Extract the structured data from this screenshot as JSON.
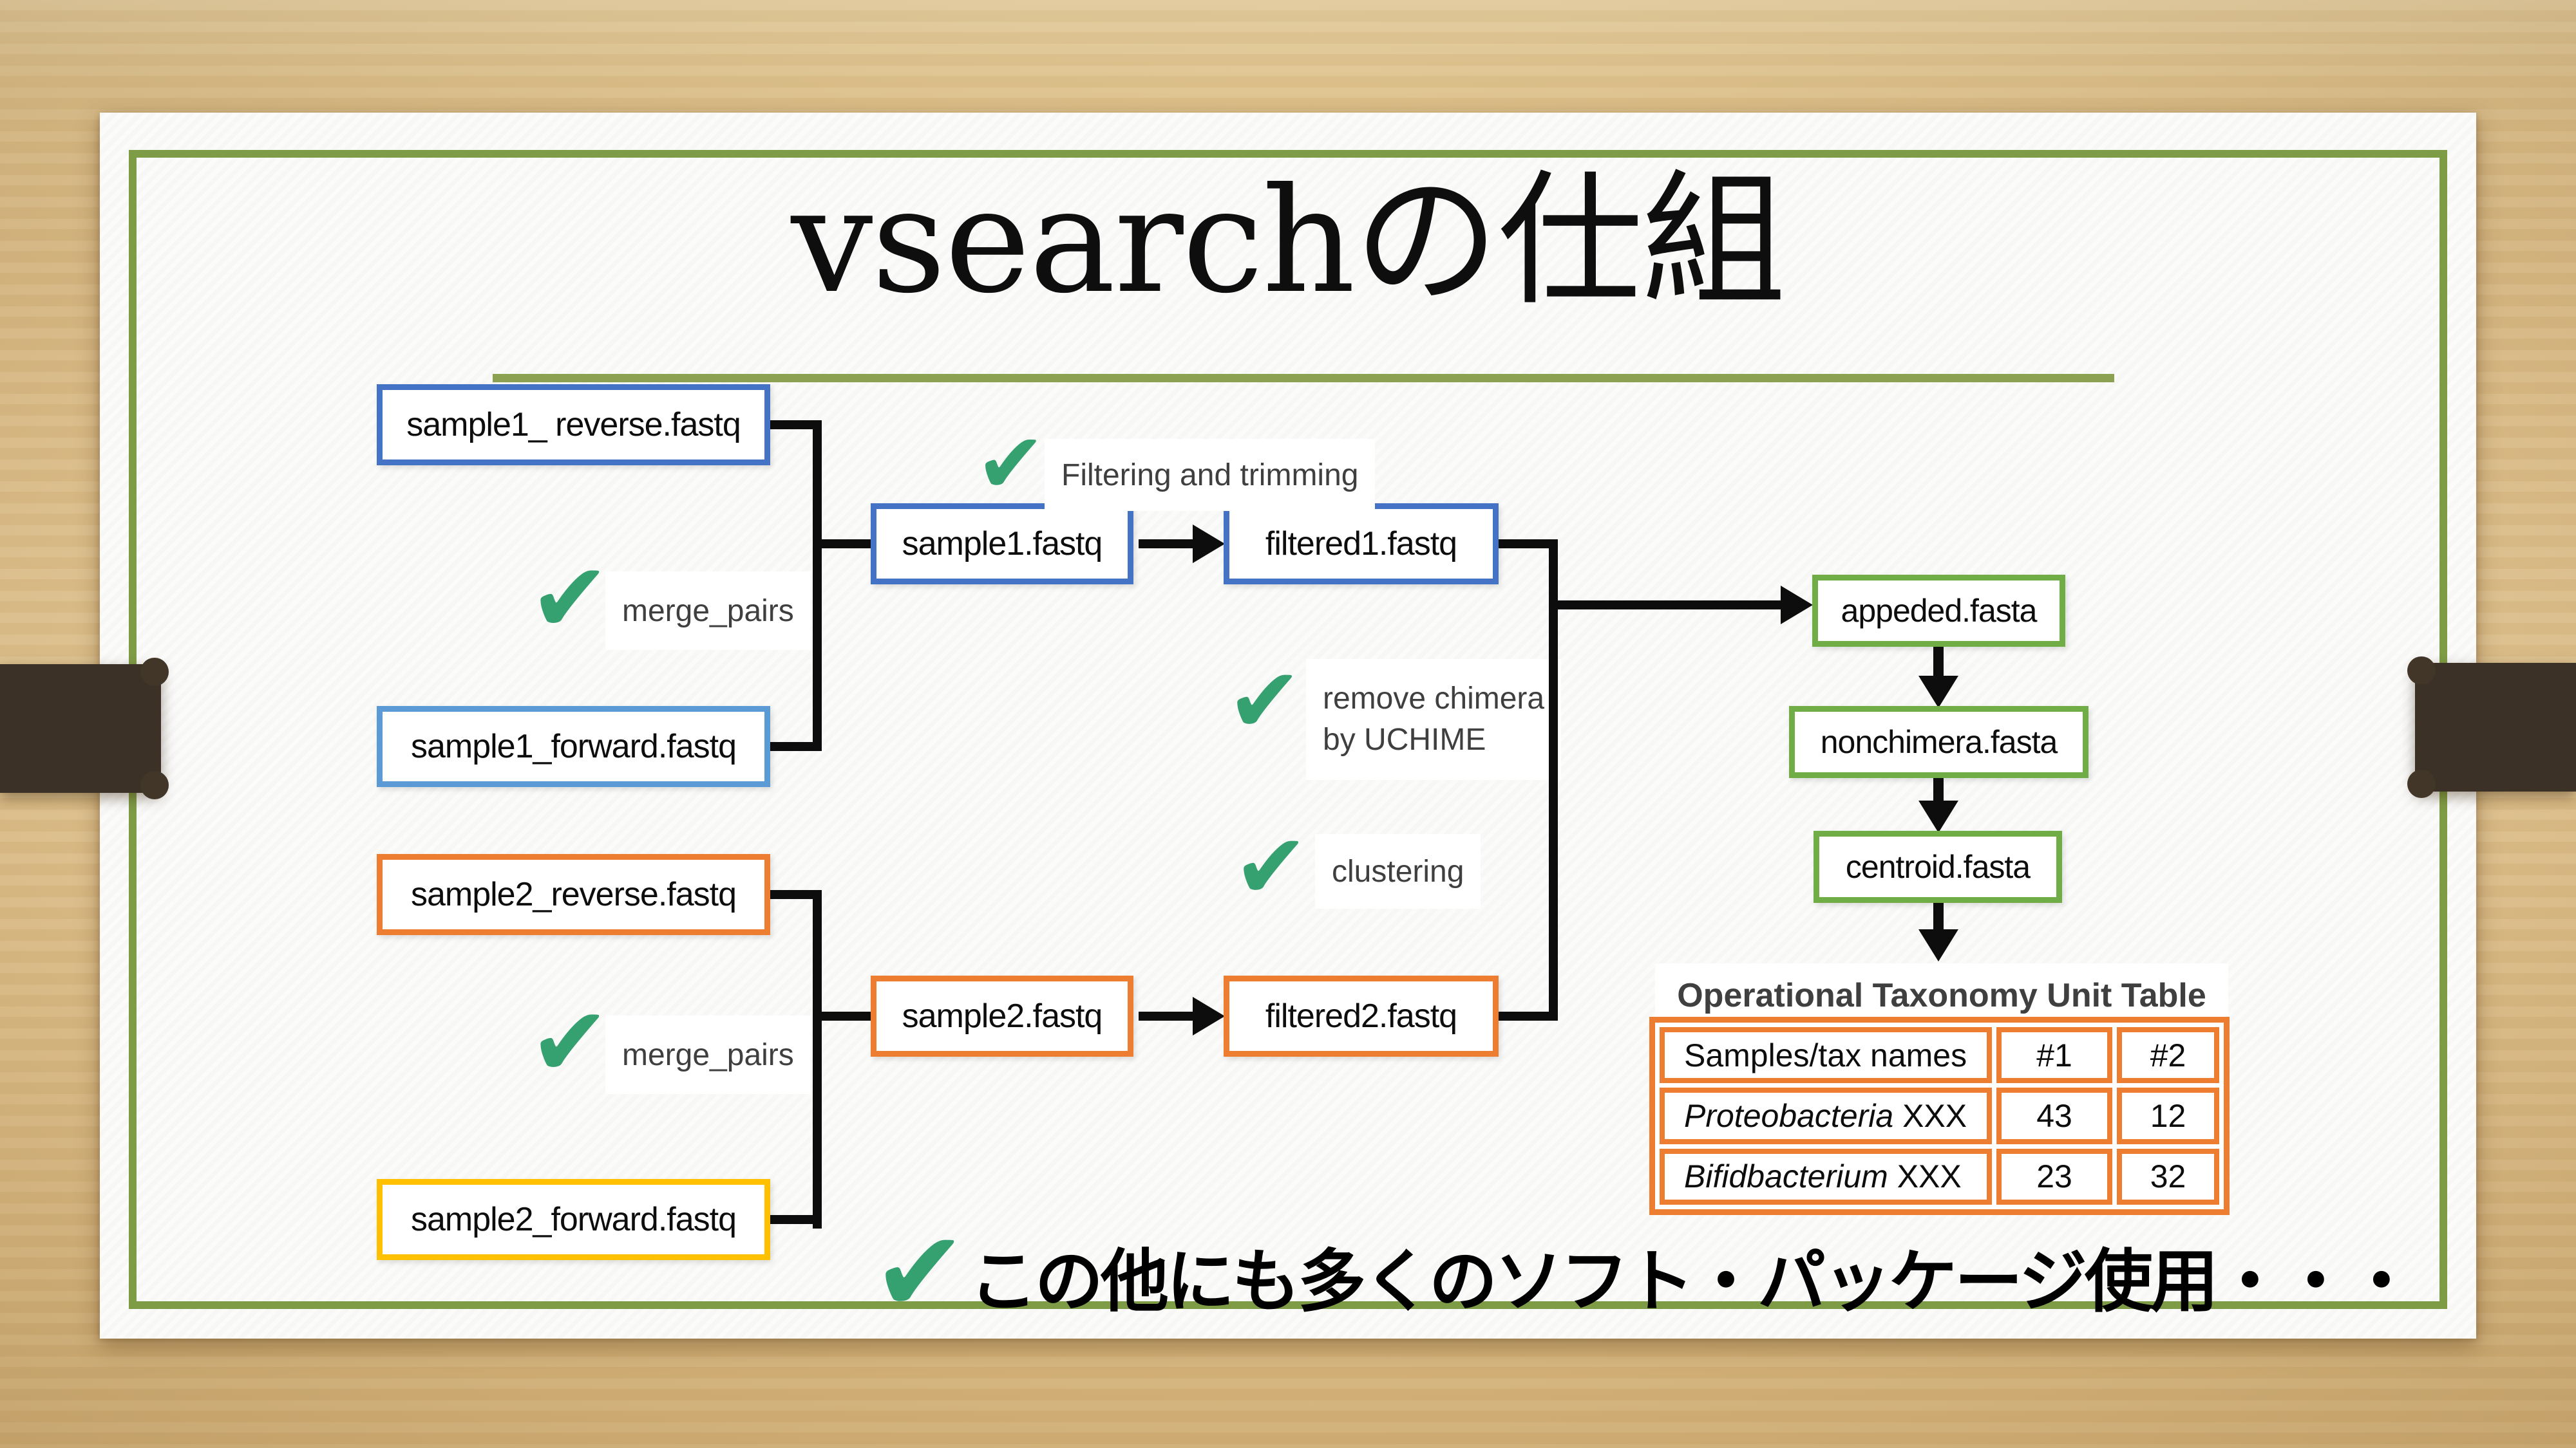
{
  "title": "vsearchの仕組",
  "glyphs": {
    "check": "✔"
  },
  "colors": {
    "slide_background": "#fbfbfa",
    "wood_background": "#e0c28c",
    "slide_frame_green": "#7e9c45",
    "underline_green": "#8ca152",
    "ribbon_brown": "#3b3127",
    "check_green": "#35a070",
    "box_blue": "#4472c4",
    "box_light_blue": "#5b9bd5",
    "box_orange": "#ed7d31",
    "box_yellow": "#ffc000",
    "box_green": "#70ad47",
    "table_orange": "#ed7d31",
    "label_gray": "#3f3f3f",
    "connector_black": "#0d0d0d"
  },
  "boxes": {
    "sample1_reverse": {
      "label": "sample1_ reverse.fastq",
      "border": "#4472c4"
    },
    "sample1_forward": {
      "label": "sample1_forward.fastq",
      "border": "#5b9bd5"
    },
    "sample2_reverse": {
      "label": "sample2_reverse.fastq",
      "border": "#ed7d31"
    },
    "sample2_forward": {
      "label": "sample2_forward.fastq",
      "border": "#ffc000"
    },
    "sample1": {
      "label": "sample1.fastq",
      "border": "#4472c4"
    },
    "filtered1": {
      "label": "filtered1.fastq",
      "border": "#4472c4"
    },
    "sample2": {
      "label": "sample2.fastq",
      "border": "#ed7d31"
    },
    "filtered2": {
      "label": "filtered2.fastq",
      "border": "#ed7d31"
    },
    "appeded": {
      "label": "appeded.fasta",
      "border": "#70ad47"
    },
    "nonchimera": {
      "label": "nonchimera.fasta",
      "border": "#70ad47"
    },
    "centroid": {
      "label": "centroid.fasta",
      "border": "#70ad47"
    }
  },
  "labels": {
    "merge_pairs": "merge_pairs",
    "filtering_trimming": "Filtering and trimming",
    "remove_chimera_l1": "remove chimera",
    "remove_chimera_l2": "by UCHIME",
    "clustering": "clustering"
  },
  "otu_table": {
    "title": "Operational Taxonomy Unit Table",
    "header": [
      "Samples/tax names",
      "#1",
      "#2"
    ],
    "rows": [
      {
        "taxon": "Proteobacteria",
        "suffix": " XXX",
        "s1": "43",
        "s2": "12"
      },
      {
        "taxon": "Bifidbacterium",
        "suffix": " XXX",
        "s1": "23",
        "s2": "32"
      }
    ]
  },
  "footer": {
    "text": "この他にも多くのソフト・パッケージ使用・・・"
  }
}
